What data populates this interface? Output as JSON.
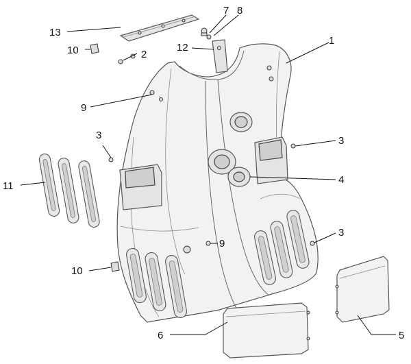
{
  "callouts": [
    {
      "id": "c1",
      "text": "1"
    },
    {
      "id": "c2",
      "text": "2"
    },
    {
      "id": "c3a",
      "text": "3"
    },
    {
      "id": "c3b",
      "text": "3"
    },
    {
      "id": "c3c",
      "text": "3"
    },
    {
      "id": "c4",
      "text": "4"
    },
    {
      "id": "c5",
      "text": "5"
    },
    {
      "id": "c6",
      "text": "6"
    },
    {
      "id": "c7",
      "text": "7"
    },
    {
      "id": "c8",
      "text": "8"
    },
    {
      "id": "c9a",
      "text": "9"
    },
    {
      "id": "c9b",
      "text": "9"
    },
    {
      "id": "c10a",
      "text": "10"
    },
    {
      "id": "c10b",
      "text": "10"
    },
    {
      "id": "c11",
      "text": "11"
    },
    {
      "id": "c12",
      "text": "12"
    },
    {
      "id": "c13",
      "text": "13"
    }
  ]
}
